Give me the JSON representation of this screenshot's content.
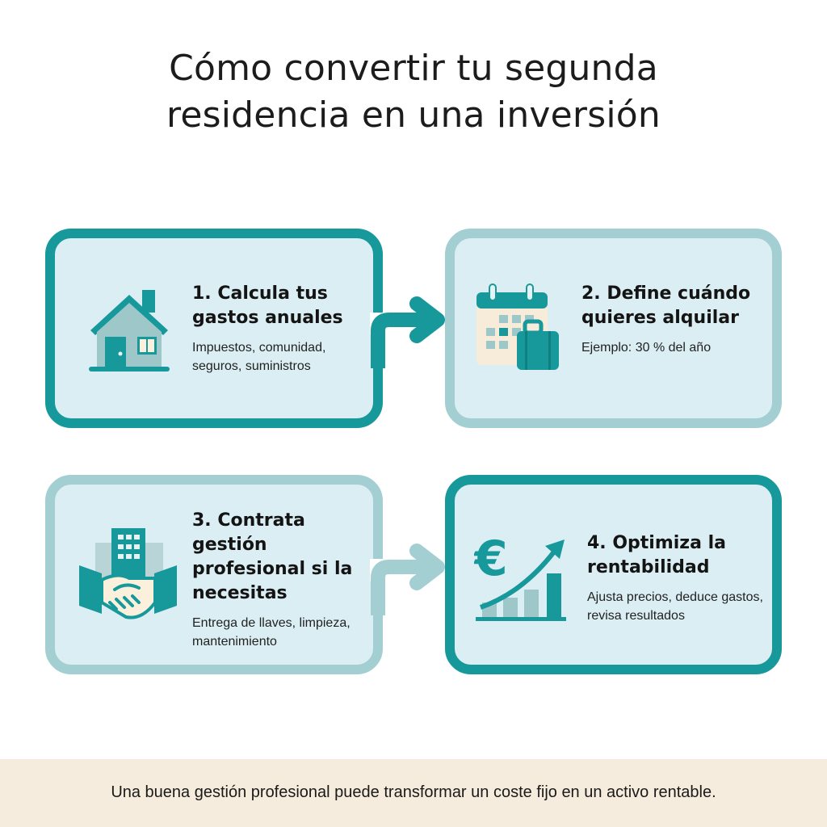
{
  "title": {
    "line1": "Cómo convertir tu segunda",
    "line2": "residencia en una inversión"
  },
  "steps": [
    {
      "title": "1. Calcula tus gastos anuales",
      "description": "Impuestos, comunidad, seguros, suministros",
      "icon": "house-icon",
      "style": "dark"
    },
    {
      "title": "2. Define cuándo quieres alquilar",
      "description": "Ejemplo: 30 % del año",
      "icon": "calendar-suitcase-icon",
      "style": "light"
    },
    {
      "title": "3. Contrata gestión profesional si la necesitas",
      "description": "Entrega de llaves, limpieza, mantenimiento",
      "icon": "handshake-building-icon",
      "style": "light"
    },
    {
      "title": "4. Optimiza la rentabilidad",
      "description": "Ajusta precios, deduce gastos, revisa resultados",
      "icon": "euro-growth-chart-icon",
      "style": "dark"
    }
  ],
  "footer": {
    "text": "Una buena gestión profesional puede transformar un coste fijo en un activo rentable."
  },
  "colors": {
    "teal_dark": "#17989a",
    "teal_light": "#a3cfd2",
    "card_bg": "#dbeef3",
    "footer_bg": "#f5ecdd",
    "cream": "#fbf0dc"
  }
}
